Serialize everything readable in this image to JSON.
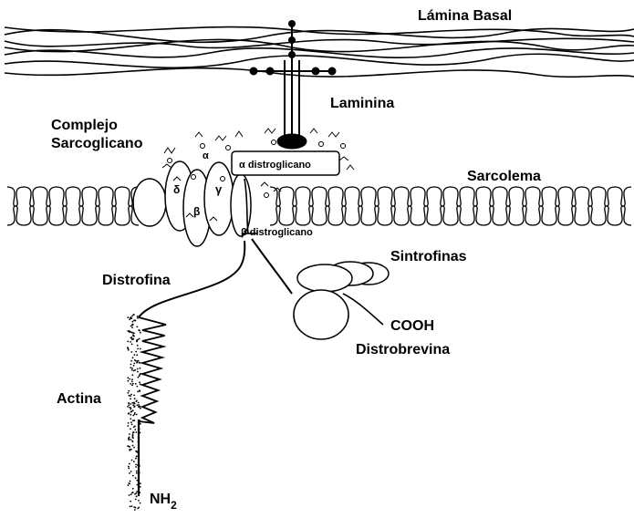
{
  "labels": {
    "basal_lamina": "Lámina Basal",
    "laminin": "Laminina",
    "sarcoglycan_line1": "Complejo",
    "sarcoglycan_line2": "Sarcoglicano",
    "sarcolemma": "Sarcolema",
    "alpha_dystroglycan": "α distroglicano",
    "beta_dystroglycan": "β distroglicano",
    "syntrophins": "Sintrofinas",
    "dystrophin": "Distrofina",
    "cooh": "COOH",
    "dystrobrevin": "Distrobrevina",
    "actin": "Actina",
    "nh2": "NH",
    "nh2_subscript": "2"
  },
  "subunits": {
    "delta": "δ",
    "beta": "β",
    "gamma": "γ",
    "alpha": "α"
  }
}
